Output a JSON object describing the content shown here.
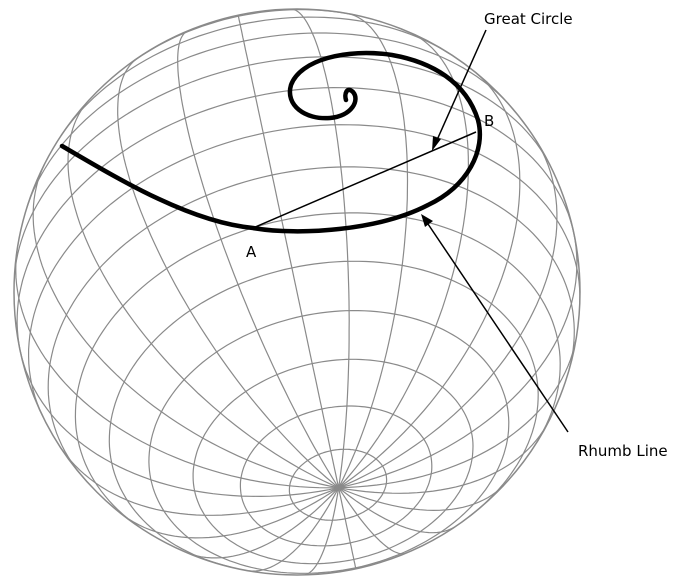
{
  "labels": {
    "great_circle": "Great Circle",
    "rhumb_line": "Rhumb Line",
    "point_a": "A",
    "point_b": "B"
  },
  "colors": {
    "background": "#ffffff",
    "grid": "#8a8a8a",
    "outline": "#8a8a8a",
    "curves": "#000000"
  }
}
